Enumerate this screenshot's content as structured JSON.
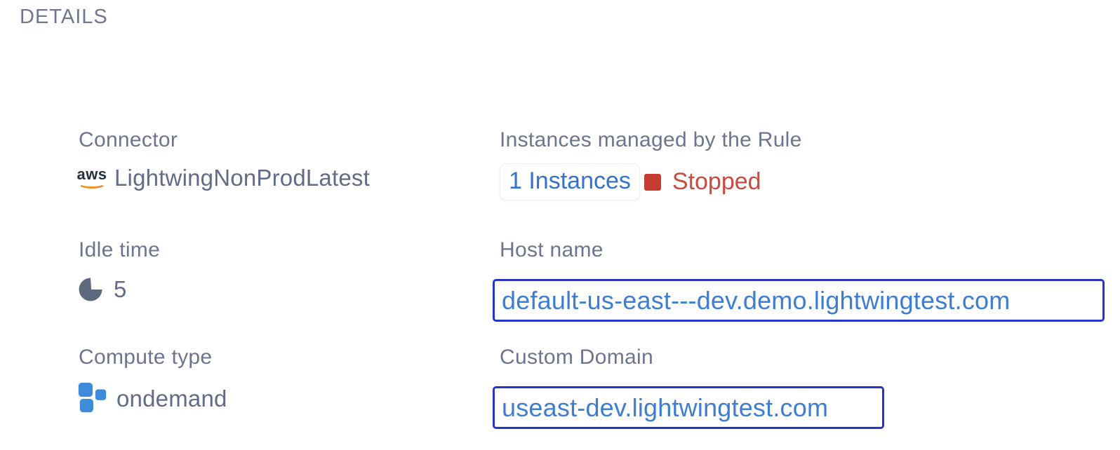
{
  "header": {
    "title": "DETAILS"
  },
  "icons": {
    "aws_text": "aws"
  },
  "colors": {
    "label_gray": "#6c7490",
    "value_gray": "#626b87",
    "link_blue": "#3472cc",
    "url_text_blue": "#3d7dd2",
    "url_border_blue": "#2634cc",
    "status_red": "#c94a3e",
    "status_square_red": "#c43d30",
    "aws_orange": "#f0912c",
    "aws_dark": "#252f3e",
    "pie_slate": "#5d6a7d",
    "compute_blue": "#3d8bd9"
  },
  "fields": {
    "connector": {
      "label": "Connector",
      "value": "LightwingNonProdLatest"
    },
    "idle_time": {
      "label": "Idle time",
      "value": "5"
    },
    "compute_type": {
      "label": "Compute type",
      "value": "ondemand"
    },
    "instances": {
      "label": "Instances managed by the Rule",
      "link": "1 Instances",
      "status": "Stopped"
    },
    "host_name": {
      "label": "Host name",
      "value": "default-us-east---dev.demo.lightwingtest.com"
    },
    "custom_domain": {
      "label": "Custom Domain",
      "value": "useast-dev.lightwingtest.com"
    }
  }
}
